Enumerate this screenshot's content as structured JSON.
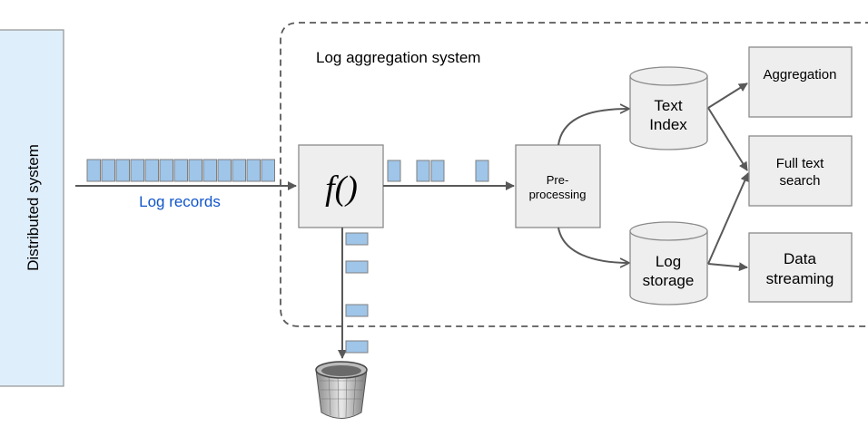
{
  "distributed_system": {
    "label": "Distributed system",
    "fill": "#dfeefb"
  },
  "log_records": {
    "label": "Log records",
    "color": "#1155cc"
  },
  "aggregation_system": {
    "label": "Log aggregation system"
  },
  "filter": {
    "label": "f()"
  },
  "preprocessing": {
    "line1": "Pre-",
    "line2": "processing"
  },
  "text_index": {
    "line1": "Text",
    "line2": "Index"
  },
  "log_storage": {
    "line1": "Log",
    "line2": "storage"
  },
  "aggregation": {
    "label": "Aggregation"
  },
  "full_text_search": {
    "line1": "Full text",
    "line2": "search"
  },
  "data_streaming": {
    "line1": "Data",
    "line2": "streaming"
  },
  "trash": {
    "icon": "trash-can-icon"
  },
  "colors": {
    "record": "#9fc5e8",
    "box": "#eeeeee",
    "line": "#595959"
  }
}
